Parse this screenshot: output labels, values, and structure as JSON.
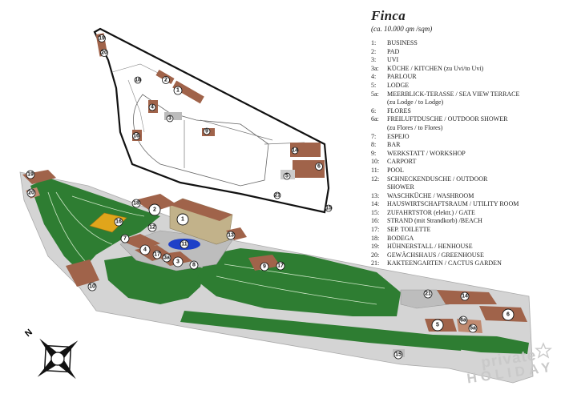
{
  "legend": {
    "title": "Finca",
    "subtitle": "(ca. 10.000 qm /sqm)",
    "items": [
      {
        "key": "1:",
        "text": "BUSINESS",
        "sub": ""
      },
      {
        "key": "2:",
        "text": "PAD",
        "sub": ""
      },
      {
        "key": "3:",
        "text": "UVI",
        "sub": ""
      },
      {
        "key": "3a:",
        "text": "KÜCHE / KITCHEN (zu Uvi/to Uvi)",
        "sub": ""
      },
      {
        "key": "4:",
        "text": "PARLOUR",
        "sub": ""
      },
      {
        "key": "5:",
        "text": "LODGE",
        "sub": ""
      },
      {
        "key": "5a:",
        "text": "MEERBLICK-TERASSE / SEA VIEW TERRACE",
        "sub": "(zu Lodge / to Lodge)"
      },
      {
        "key": "6:",
        "text": "FLORES",
        "sub": ""
      },
      {
        "key": "6a:",
        "text": "FREILUFTDUSCHE / OUTDOOR SHOWER",
        "sub": "(zu Flores / to Flores)"
      },
      {
        "key": "7:",
        "text": "ESPEJO",
        "sub": ""
      },
      {
        "key": "8:",
        "text": "BAR",
        "sub": ""
      },
      {
        "key": "9:",
        "text": "WERKSTATT / WORKSHOP",
        "sub": ""
      },
      {
        "key": "10:",
        "text": "CARPORT",
        "sub": ""
      },
      {
        "key": "11:",
        "text": "POOL",
        "sub": ""
      },
      {
        "key": "12:",
        "text": "SCHNECKENDUSCHE / OUTDOOR",
        "sub": "SHOWER"
      },
      {
        "key": "13:",
        "text": "WASCHKÜCHE / WASHROOM",
        "sub": ""
      },
      {
        "key": "14:",
        "text": "HAUSWIRTSCHAFTSRAUM / UTILITY ROOM",
        "sub": ""
      },
      {
        "key": "15:",
        "text": "ZUFAHRTSTOR (elektr.) / GATE",
        "sub": ""
      },
      {
        "key": "16:",
        "text": "STRAND (mit Strandkorb) /BEACH",
        "sub": ""
      },
      {
        "key": "17:",
        "text": "SEP. TOILETTE",
        "sub": ""
      },
      {
        "key": "18:",
        "text": "BODEGA",
        "sub": ""
      },
      {
        "key": "19:",
        "text": "HÜHNERSTALL / HENHOUSE",
        "sub": ""
      },
      {
        "key": "20:",
        "text": "GEWÄCHSHAUS / GREENHOUSE",
        "sub": ""
      },
      {
        "key": "21:",
        "text": "KAKTEENGARTEN / CACTUS GARDEN",
        "sub": ""
      }
    ]
  },
  "markers": [
    "1",
    "2",
    "3",
    "4",
    "5",
    "6",
    "7",
    "8",
    "9",
    "10",
    "11",
    "12",
    "13",
    "14",
    "15",
    "16",
    "17",
    "18",
    "19",
    "20",
    "21",
    "3a",
    "5a",
    "6a"
  ],
  "compass": {
    "label": "N"
  },
  "watermark": {
    "line1": "private",
    "line2": "HOLIDAY"
  },
  "colors": {
    "grass": "#2e7d32",
    "grass_light": "#3f8f3a",
    "roof": "#a0634a",
    "roof_light": "#c08a70",
    "paving": "#c9c9c9",
    "sand": "#e0a51b",
    "pool": "#1e40c8",
    "outline": "#111111"
  }
}
